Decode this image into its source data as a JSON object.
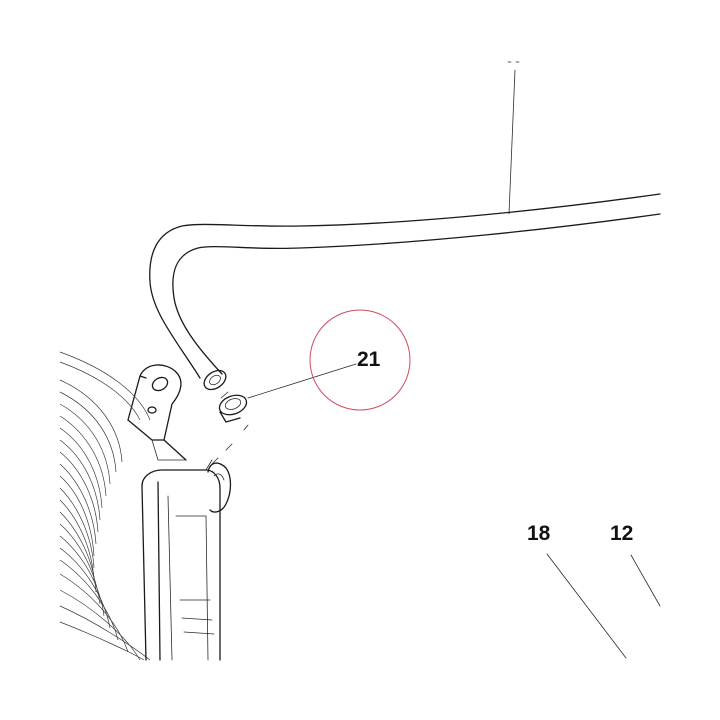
{
  "callouts": [
    {
      "id": "hose-clamp",
      "label": "21"
    },
    {
      "id": "part-18",
      "label": "18"
    },
    {
      "id": "part-12",
      "label": "12"
    }
  ],
  "colors": {
    "line": "#1a1a1a",
    "highlight_circle": "#d04a5a",
    "background": "#ffffff"
  }
}
